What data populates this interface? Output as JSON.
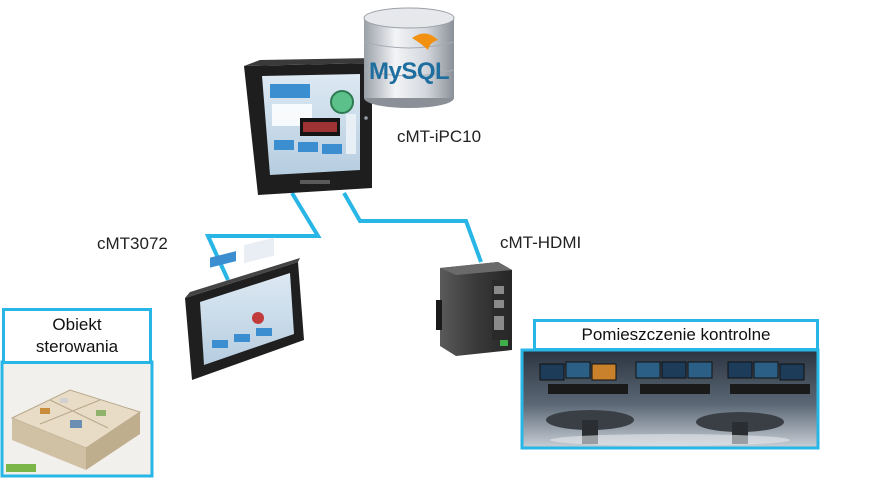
{
  "devices": {
    "ipc": {
      "label": "cMT-iPC10"
    },
    "hmi": {
      "label": "cMT3072"
    },
    "hdmi": {
      "label": "cMT-HDMI"
    },
    "database": {
      "label": "MySQL"
    }
  },
  "areas": {
    "object": {
      "line1": "Obiekt",
      "line2": "sterowania"
    },
    "control_room": {
      "label": "Pomieszczenie kontrolne"
    }
  },
  "colors": {
    "link": "#27b6e6",
    "bezel": "#2a2a2a",
    "mysql_blue": "#1e6f9f",
    "mysql_orange": "#f29111"
  }
}
